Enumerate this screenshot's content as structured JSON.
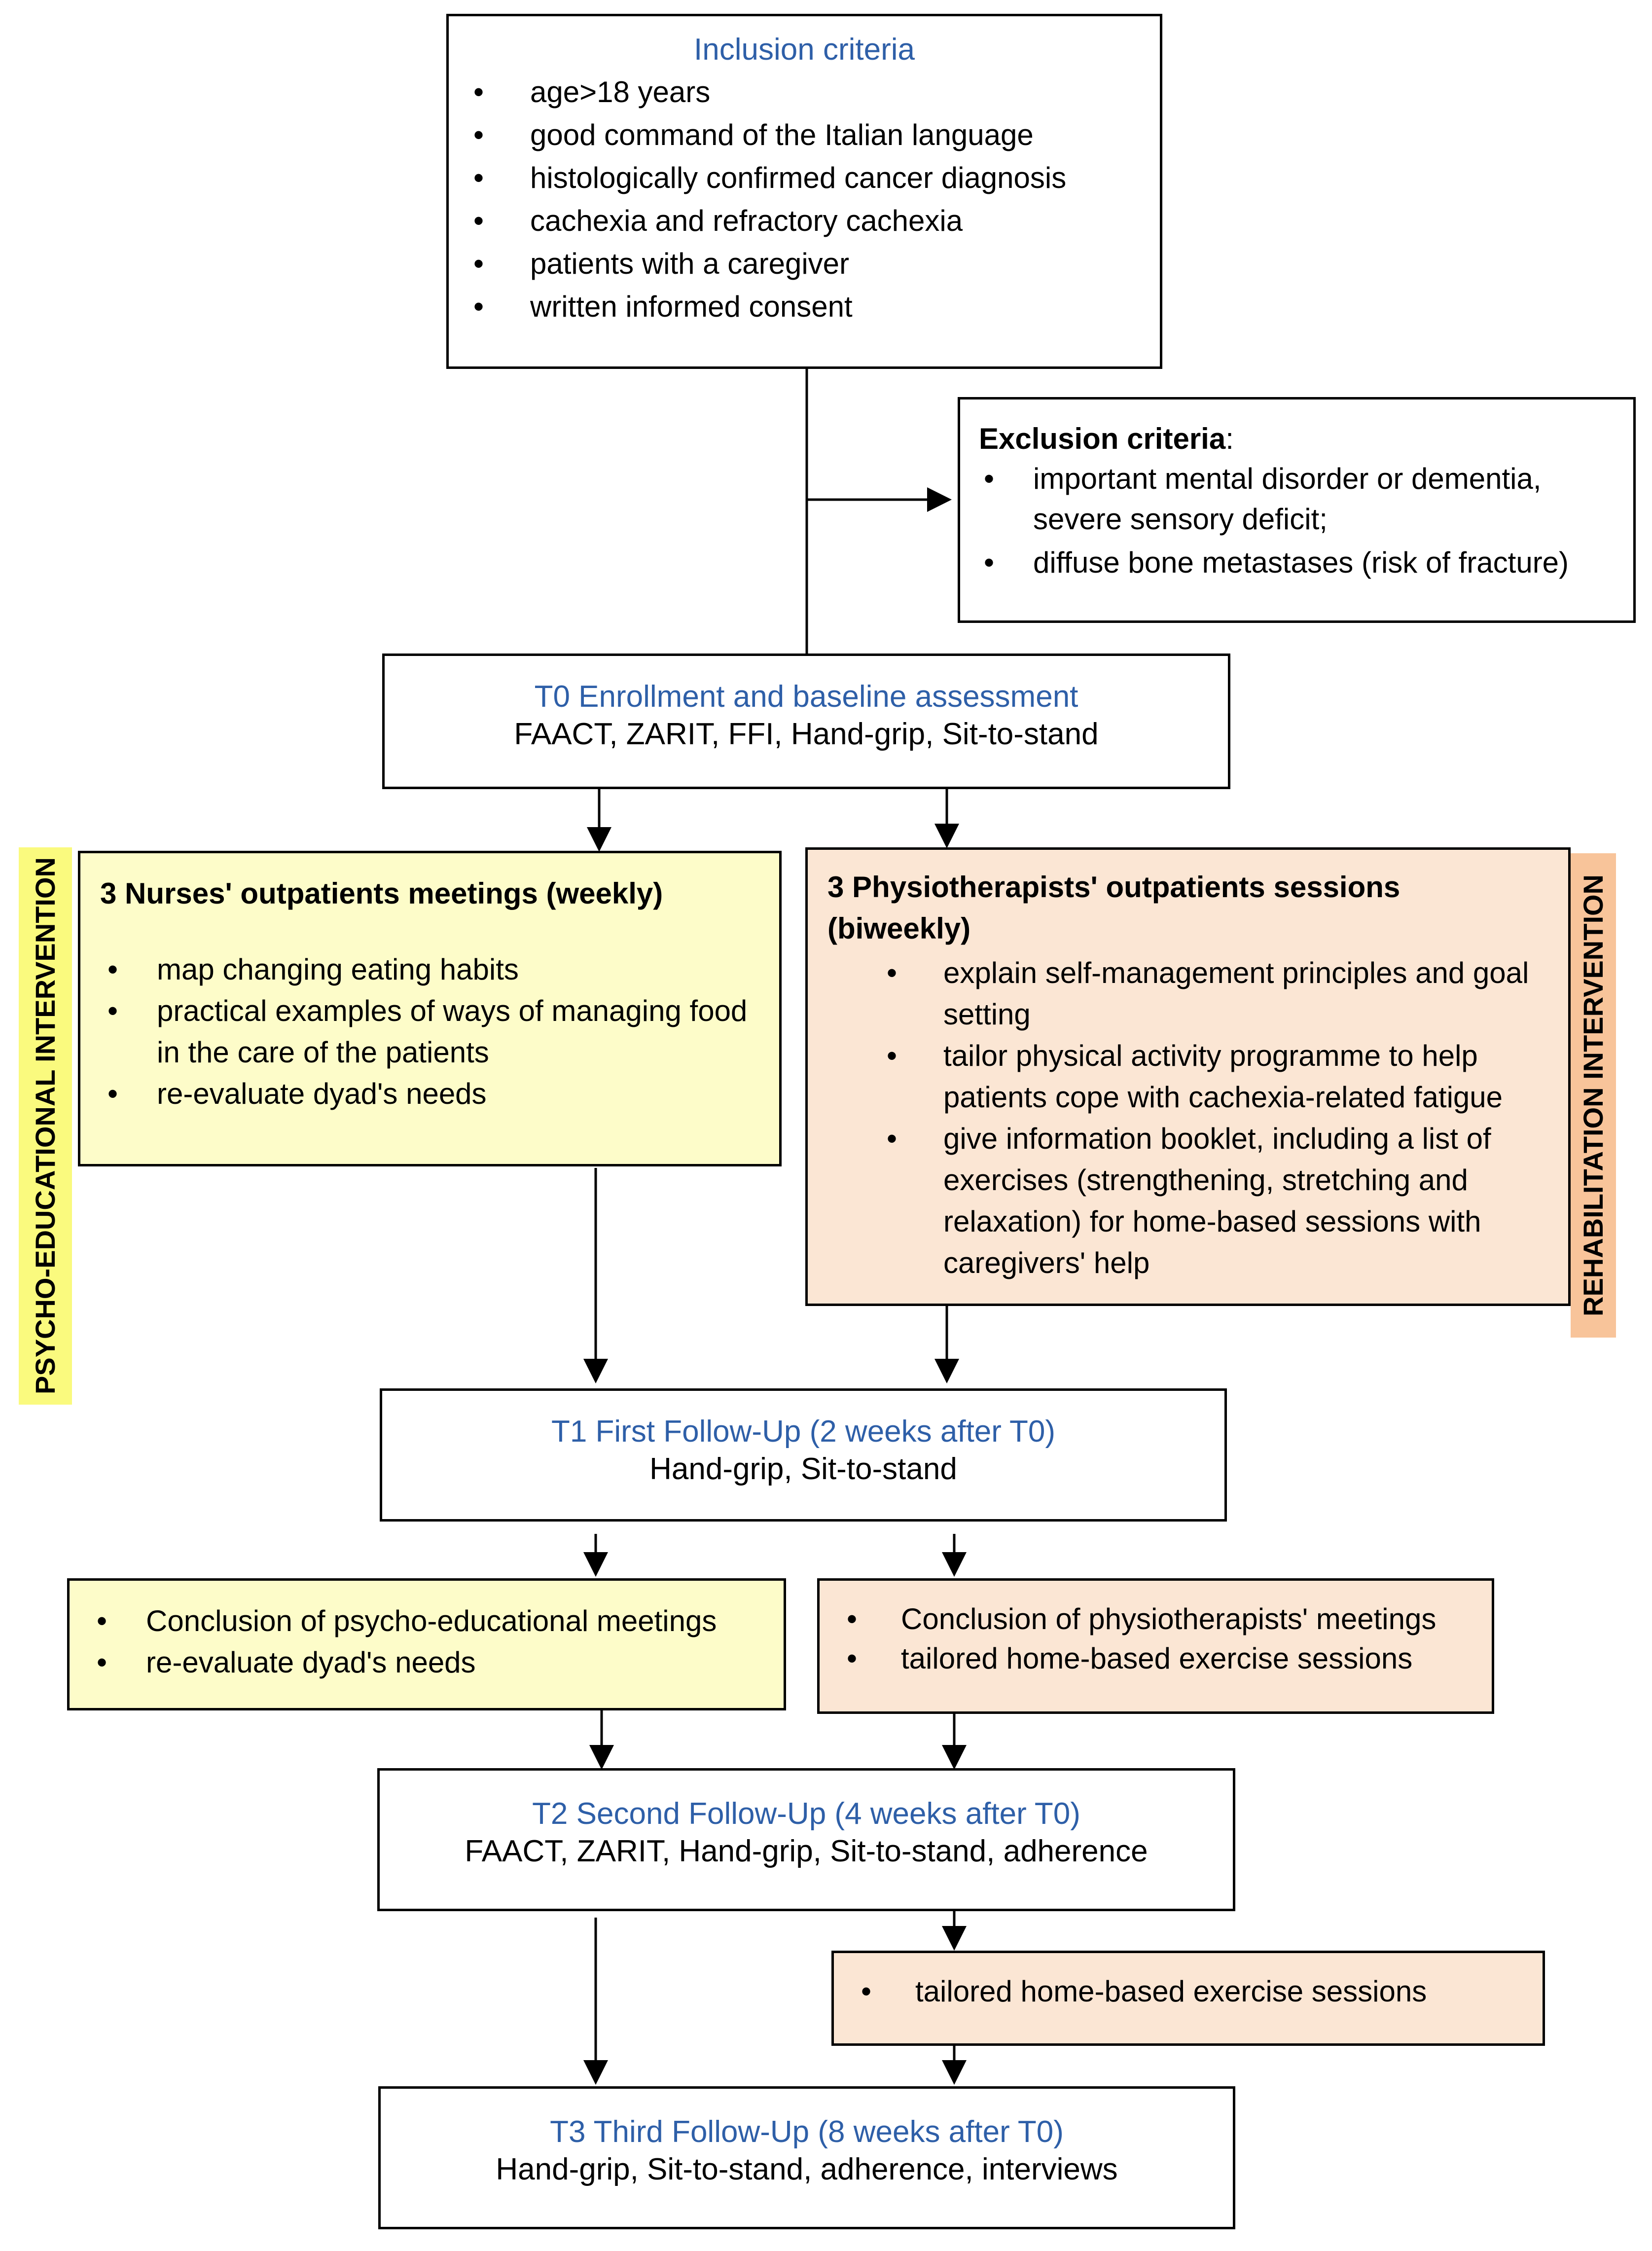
{
  "inclusion": {
    "title": "Inclusion criteria",
    "items": [
      "age>18 years",
      "good command of the Italian language",
      "histologically confirmed cancer diagnosis",
      "cachexia and refractory cachexia",
      "patients with a caregiver",
      "written informed consent"
    ]
  },
  "exclusion": {
    "title": "Exclusion criteria",
    "colon": ":",
    "items": [
      "important mental disorder or dementia, severe sensory deficit;",
      "diffuse bone metastases (risk of fracture)"
    ]
  },
  "t0": {
    "title": "T0 Enrollment and baseline assessment",
    "measures": "FAACT, ZARIT, FFI, Hand-grip, Sit-to-stand"
  },
  "nurses": {
    "title": "3 Nurses' outpatients meetings (weekly)",
    "items": [
      "map changing eating habits",
      "practical examples of ways of managing food in the care of the patients",
      "re-evaluate dyad's needs"
    ]
  },
  "physio": {
    "title": "3 Physiotherapists' outpatients sessions (biweekly)",
    "items": [
      "explain self-management principles and goal setting",
      "tailor physical activity programme to help patients cope with cachexia-related fatigue",
      "give information booklet, including a list of exercises (strengthening, stretching and relaxation) for home-based sessions with caregivers' help"
    ]
  },
  "labels": {
    "left": "PSYCHO-EDUCATIONAL INTERVENTION",
    "right": "REHABILITATION INTERVENTION"
  },
  "t1": {
    "title": "T1 First Follow-Up (2 weeks after T0)",
    "measures": "Hand-grip, Sit-to-stand"
  },
  "psycho_conclusion": {
    "items": [
      "Conclusion of psycho-educational meetings",
      "re-evaluate dyad's needs"
    ]
  },
  "physio_conclusion": {
    "items": [
      "Conclusion of physiotherapists' meetings",
      "tailored home-based exercise sessions"
    ]
  },
  "t2": {
    "title": "T2 Second Follow-Up (4 weeks after T0)",
    "measures": "FAACT, ZARIT, Hand-grip, Sit-to-stand, adherence"
  },
  "home_sessions": {
    "items": [
      "tailored home-based exercise sessions"
    ]
  },
  "t3": {
    "title": "T3 Third Follow-Up (8 weeks after T0)",
    "measures": "Hand-grip, Sit-to-stand, adherence, interviews"
  },
  "colors": {
    "title_blue": "#2e5fa8",
    "yellow_fill": "#fdfcc9",
    "peach_fill": "#fbe6d4",
    "label_yellow": "#fafa7e",
    "label_orange": "#f8c49a"
  }
}
